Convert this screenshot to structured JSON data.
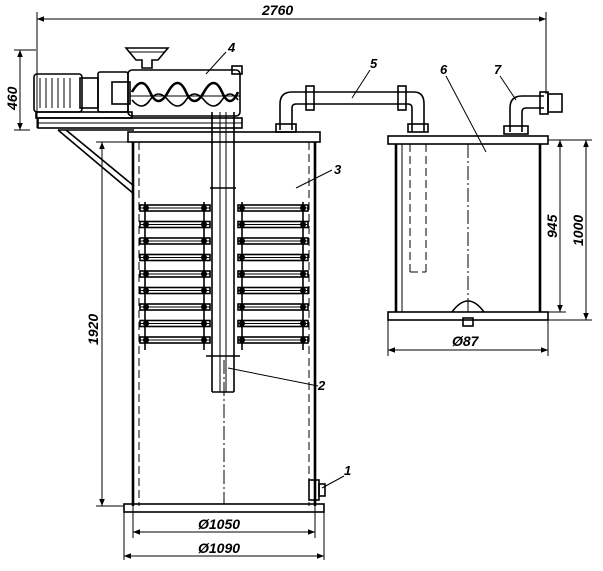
{
  "dimensions": {
    "overall_width": "2760",
    "motor_height": "460",
    "column_height": "1920",
    "tank_height_inner": "945",
    "tank_height_outer": "1000",
    "tank_diameter": "Ø87",
    "column_inner_diameter": "Ø1050",
    "column_outer_diameter": "Ø1090"
  },
  "callouts": {
    "c1": "1",
    "c2": "2",
    "c3": "3",
    "c4": "4",
    "c5": "5",
    "c6": "6",
    "c7": "7"
  },
  "plates": [
    1,
    2,
    3,
    4,
    5,
    6,
    7,
    8,
    9
  ]
}
